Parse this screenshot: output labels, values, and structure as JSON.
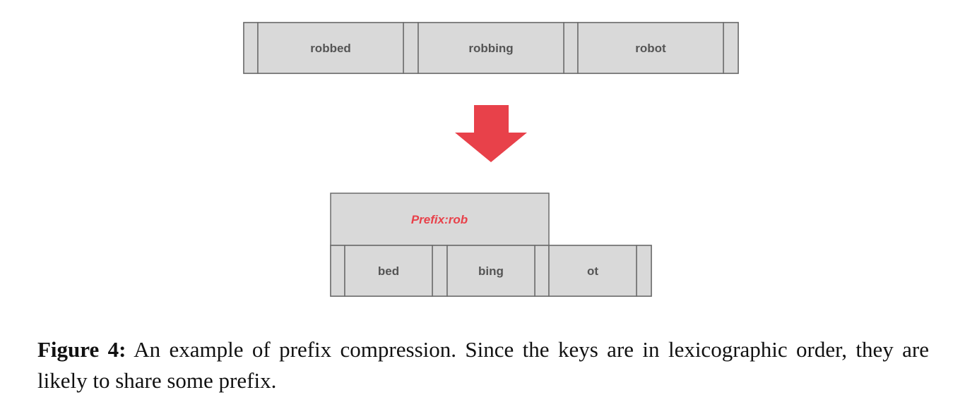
{
  "top_row": {
    "keys": [
      "robbed",
      "robbing",
      "robot"
    ]
  },
  "arrow": {
    "color": "#e8414a"
  },
  "prefix_block": {
    "label": "Prefix:rob"
  },
  "bottom_row": {
    "suffixes": [
      "bed",
      "bing",
      "ot"
    ]
  },
  "colors": {
    "cell_fill": "#d9d9d9",
    "cell_stroke": "#6b6b6b",
    "cell_text": "#555555",
    "prefix_text": "#e8414a"
  },
  "caption": {
    "label": "Figure 4:",
    "text": "An example of prefix compression. Since the keys are in lexicographic order, they are likely to share some prefix."
  }
}
